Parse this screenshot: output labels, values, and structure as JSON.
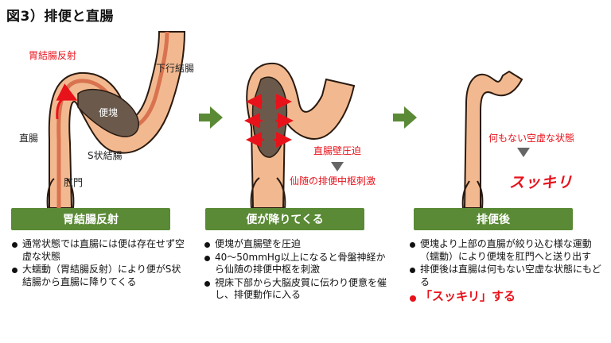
{
  "title": "図3）排便と直腸",
  "panel1": {
    "labels": {
      "reflex": "胃結腸反射",
      "descending": "下行結腸",
      "stool": "便塊",
      "rectum": "直腸",
      "sigmoid": "S状結腸",
      "anus": "肛門"
    },
    "badge": "胃結腸反射",
    "bullets": [
      "通常状態では直腸には便は存在せず空虚な状態",
      "大蠕動（胃結腸反射）により便がS状結腸から直腸に降りてくる"
    ]
  },
  "panel2": {
    "labels": {
      "pressure": "直腸壁圧迫",
      "stimulation": "仙随の排便中枢刺激"
    },
    "badge": "便が降りてくる",
    "bullets": [
      "便塊が直腸壁を圧迫",
      "40～50mmHg以上になると骨盤神経から仙随の排便中枢を刺激",
      "視床下部から大脳皮質に伝わり便意を催し、排便動作に入る"
    ]
  },
  "panel3": {
    "labels": {
      "empty": "何もない空虚な状態",
      "sukkiri": "スッキリ"
    },
    "badge": "排便後",
    "bullets": [
      "便塊より上部の直腸が絞り込む様な運動（蠕動）により便塊を肛門へと送り出す",
      "排便後は直腸は何もない空虚な状態にもどる"
    ],
    "highlight": "「スッキリ」する"
  },
  "colors": {
    "wall": "#f2b990",
    "wallOutline": "#2a1a10",
    "lining": "#d9734f",
    "stool": "#6b5a4c",
    "badge": "#5a8a35",
    "arrowGreen": "#5a8a35",
    "red": "#e8121b"
  }
}
